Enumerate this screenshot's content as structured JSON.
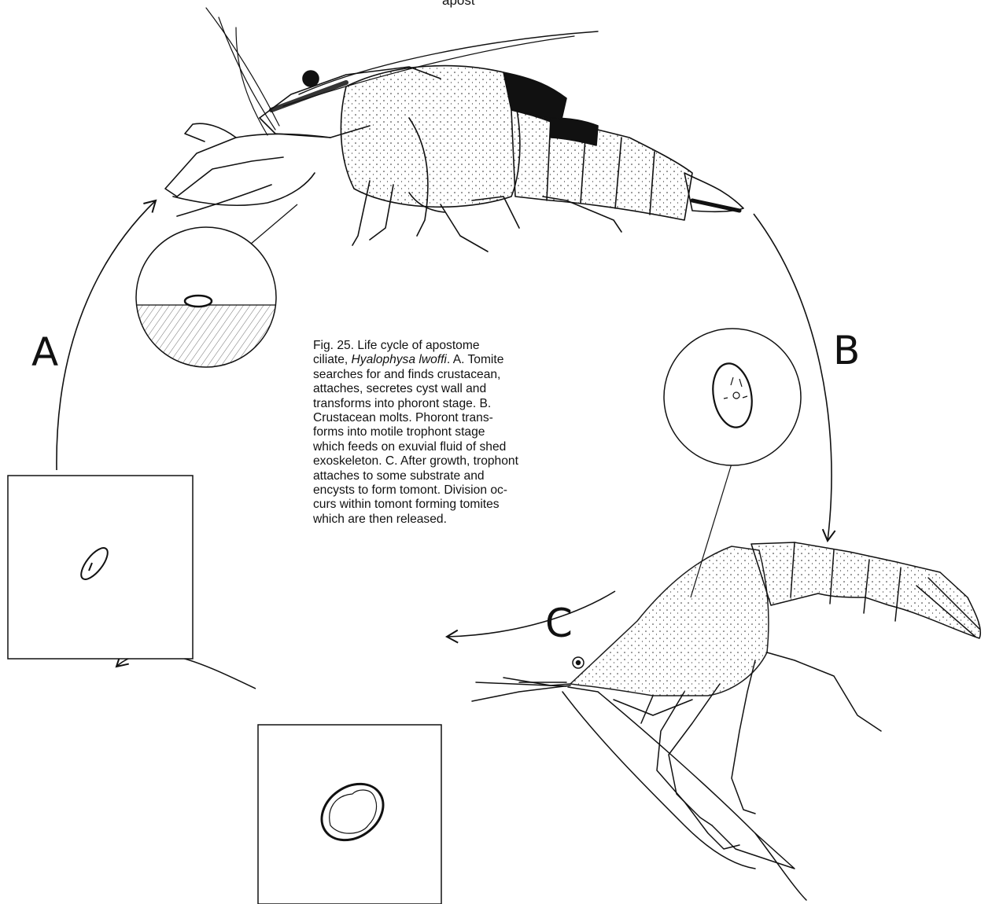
{
  "top_cutoff_text": "apost",
  "stage_labels": {
    "a": "A",
    "b": "B",
    "c": "C"
  },
  "caption_lines": [
    "Fig. 25.  Life cycle of apostome",
    "ciliate, ",
    "Hyalophysa lwoffi",
    ".  A. Tomite",
    "searches for and finds crustacean,",
    "attaches, secretes cyst wall and",
    "transforms into phoront stage. B.",
    "Crustacean molts. Phoront trans-",
    "forms into motile trophont stage",
    "which feeds on exuvial fluid of shed",
    "exoskeleton. C. After growth, trophont",
    "attaches to some substrate and",
    "encysts to form tomont. Division oc-",
    "curs within tomont forming tomites",
    "which are then released."
  ],
  "colors": {
    "ink": "#111111",
    "paper": "#ffffff"
  }
}
